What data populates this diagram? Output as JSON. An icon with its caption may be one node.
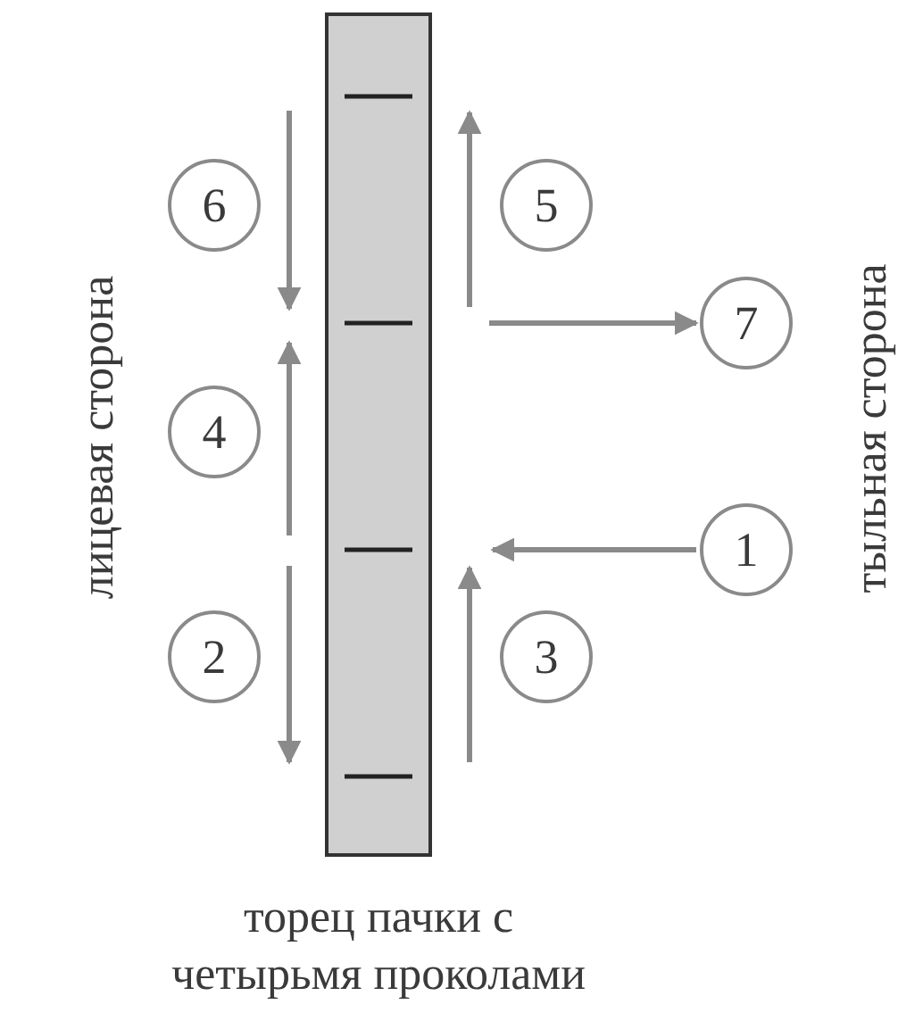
{
  "diagram": {
    "nodes": [
      {
        "text": [],
        "shape": "bar",
        "beside": [
          "торец пачки с четырьмя проколами"
        ]
      },
      {
        "text": [
          "6"
        ]
      },
      {
        "text": [
          "5"
        ]
      },
      {
        "text": [
          "7"
        ]
      },
      {
        "text": [
          "4"
        ]
      },
      {
        "text": [
          "1"
        ]
      },
      {
        "text": [
          "2"
        ]
      },
      {
        "text": [
          "3"
        ]
      }
    ],
    "edges": [
      {
        "from": null,
        "to": 3,
        "arrow": "to"
      },
      {
        "from": 5,
        "to": null,
        "arrow": "to"
      }
    ],
    "labels": [
      "лицевая сторона",
      "тыльная сторона"
    ]
  }
}
